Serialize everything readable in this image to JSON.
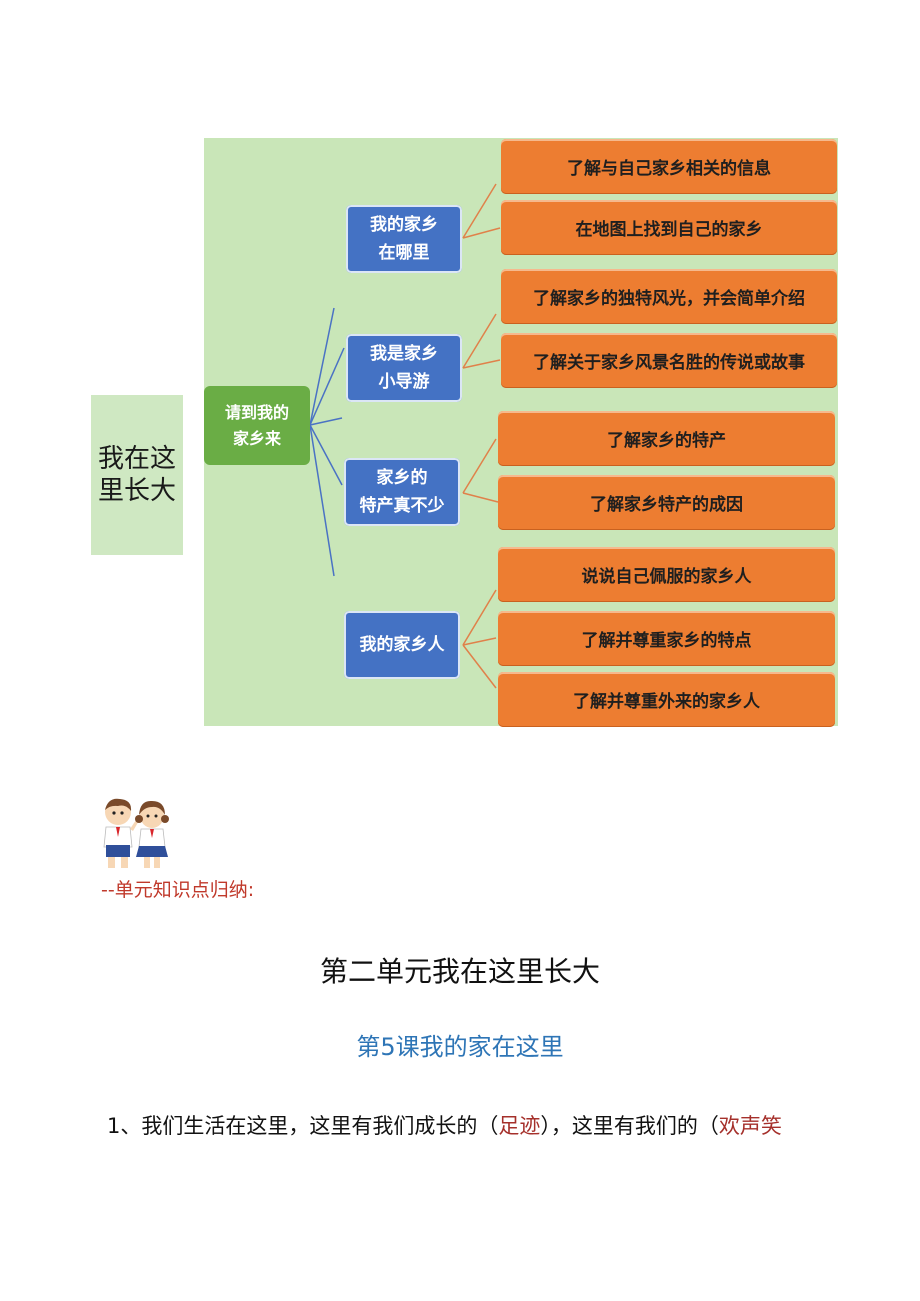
{
  "side_label": "我在这里长大",
  "mindmap": {
    "root": "请到我的家乡来",
    "branches": [
      {
        "label": "我的家乡\n在哪里",
        "items": [
          "了解与自己家乡相关的信息",
          "在地图上找到自己的家乡"
        ]
      },
      {
        "label": "我是家乡\n小导游",
        "items": [
          "了解家乡的独特风光，并会简单介绍",
          "了解关于家乡风景名胜的传说或故事"
        ]
      },
      {
        "label": "家乡的\n特产真不少",
        "items": [
          "了解家乡的特产",
          "了解家乡特产的成因"
        ]
      },
      {
        "label": "我的家乡人",
        "items": [
          "说说自己佩服的家乡人",
          "了解并尊重家乡的特点",
          "了解并尊重外来的家乡人"
        ]
      }
    ],
    "colors": {
      "background": "#c9e6b8",
      "root": "#6aad45",
      "branch": "#4472c4",
      "leaf": "#ed7d31"
    }
  },
  "section_label": "--单元知识点归纳:",
  "unit_title": "第二单元我在这里长大",
  "lesson_title": "第5课我的家在这里",
  "paragraph": {
    "part1": "1、我们生活在这里，这里有我们成长的（",
    "blank1": "足迹",
    "part2": "），这里有我们的（",
    "blank2": "欢声笑"
  }
}
